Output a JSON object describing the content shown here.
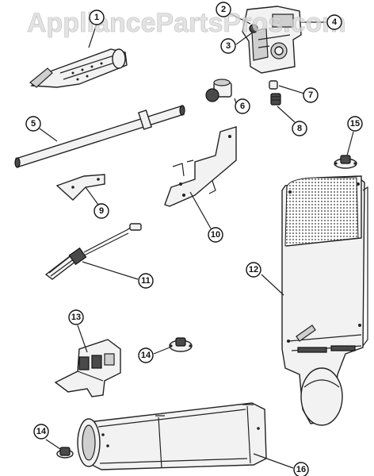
{
  "watermark": "AppliancePartsPros.com",
  "callouts": {
    "c1": "1",
    "c2": "2",
    "c3": "3",
    "c4": "4",
    "c5": "5",
    "c6": "6",
    "c7": "7",
    "c8": "8",
    "c9": "9",
    "c10": "10",
    "c11": "11",
    "c12": "12",
    "c13": "13",
    "c14a": "14",
    "c14b": "14",
    "c15": "15",
    "c16": "16"
  }
}
